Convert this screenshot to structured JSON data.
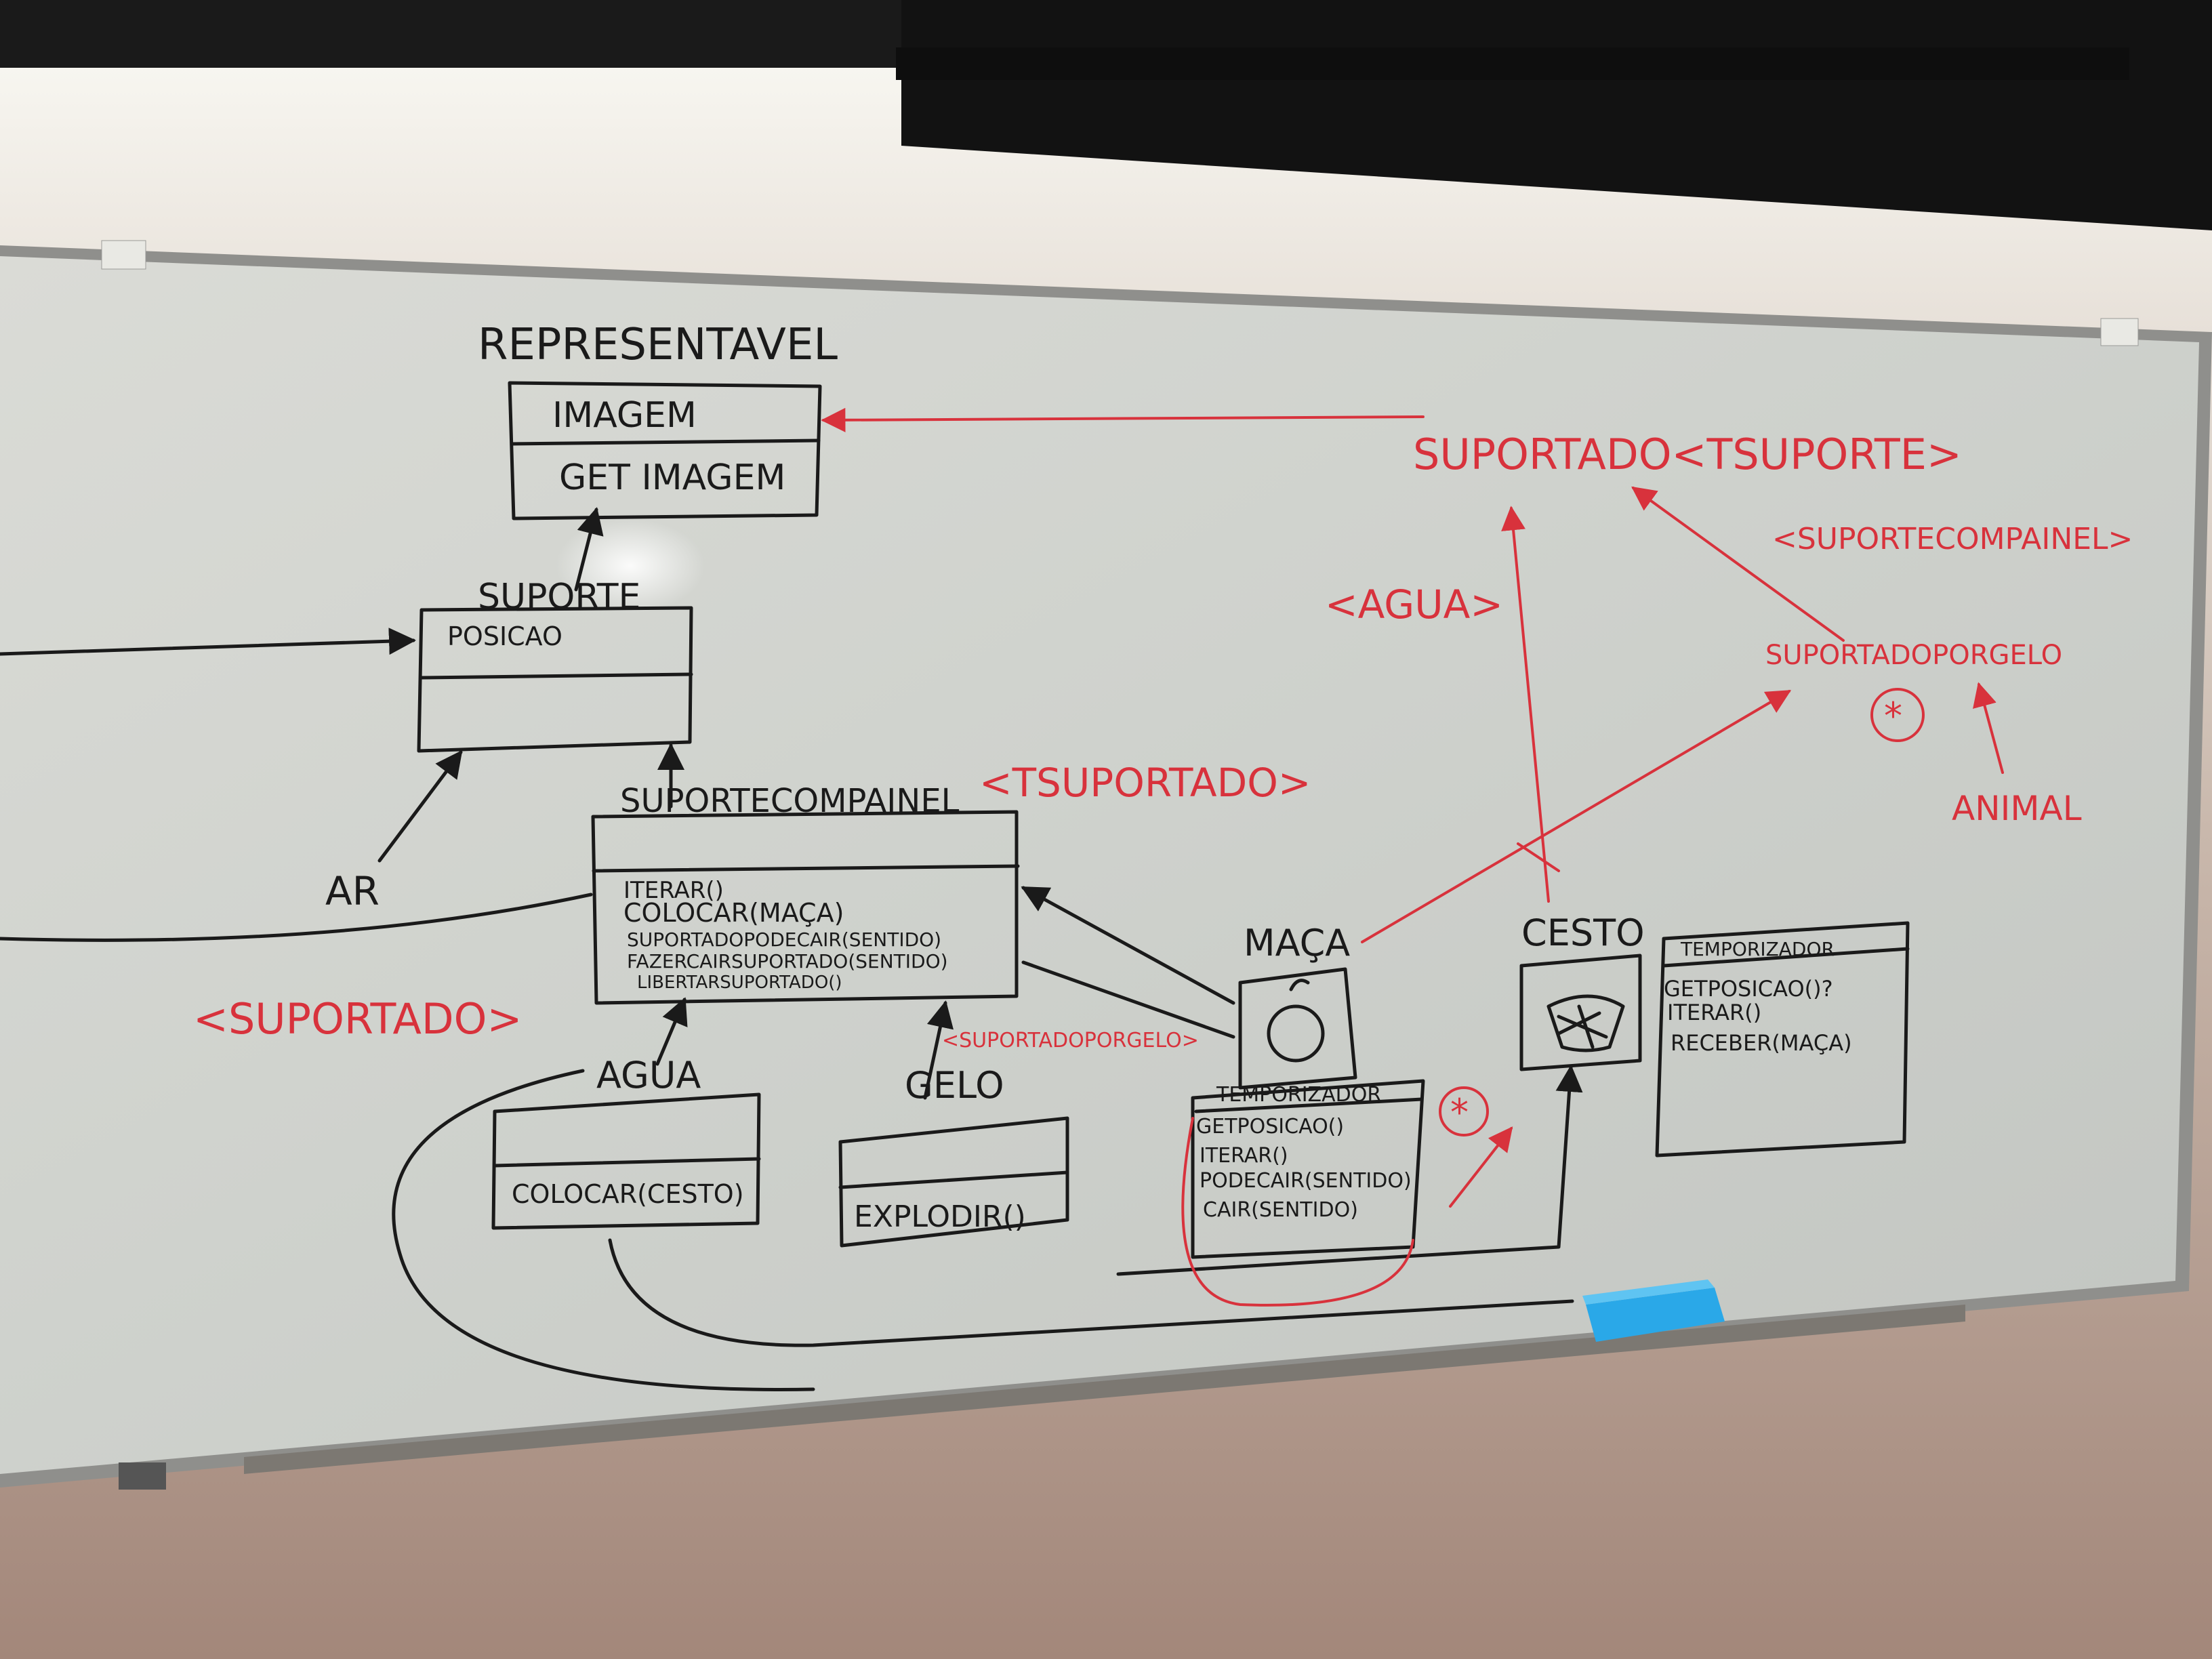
{
  "board": {
    "representavel": {
      "title": "REPRESENTAVEL",
      "attr": "IMAGEM",
      "method": "GET IMAGEM"
    },
    "suporte": {
      "title": "SUPORTE",
      "attr": "POSICAO"
    },
    "ar": "AR",
    "suporte_com_painel": {
      "title": "SUPORTECOMPAINEL",
      "generic": "<TSUPORTADO>",
      "methods": [
        "ITERAR()",
        "COLOCAR(MAÇA)",
        "SUPORTADOPODECAIR(SENTIDO)",
        "FAZERCAIRSUPORTADO(SENTIDO)",
        "LIBERTARSUPORTADO()"
      ]
    },
    "suportado_generic": "<SUPORTADO>",
    "suportado_por_gelo_generic": "<SUPORTADOPORGELO>",
    "agua": {
      "title": "AGUA",
      "method": "COLOCAR(CESTO)"
    },
    "gelo": {
      "title": "GELO",
      "method": "EXPLODIR()"
    },
    "maca": {
      "title": "MAÇA"
    },
    "cesto": {
      "title": "CESTO"
    },
    "temporizador_maca": {
      "title": "TEMPORIZADOR",
      "methods": [
        "GETPOSICAO()",
        "ITERAR()",
        "PODECAIR(SENTIDO)",
        "CAIR(SENTIDO)"
      ]
    },
    "temporizador": {
      "title": "TEMPORIZADOR",
      "methods": [
        "GETPOSICAO()?",
        "ITERAR()",
        "RECEBER(MAÇA)"
      ]
    },
    "red": {
      "suportado": "SUPORTADO<TSUPORTE>",
      "agua": "<AGUA>",
      "suporte_com_painel": "<SUPORTECOMPAINEL>",
      "suportado_por_gelo": "SUPORTADOPORGELO",
      "animal": "ANIMAL",
      "star": "*"
    }
  },
  "colors": {
    "black_ink": "#1a1a1a",
    "red_ink": "#d8323c",
    "eraser": "#2aa8e8"
  }
}
